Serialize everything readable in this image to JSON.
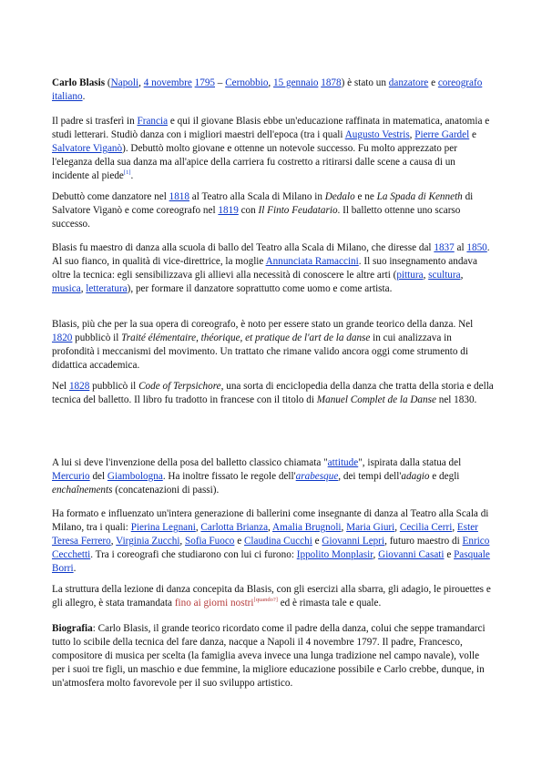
{
  "links": {
    "napoli": "Napoli",
    "nov4": "4 novembre",
    "y1795": "1795",
    "cernobbio": "Cernobbio",
    "jan15": "15 gennaio",
    "y1878": "1878",
    "danzatore": "danzatore",
    "coreografo": "coreografo",
    "italiano": "italiano",
    "francia": "Francia",
    "vestris": "Augusto Vestris",
    "gardel": "Pierre Gardel",
    "vigano": "Salvatore Viganò",
    "ref1": "[1]",
    "y1818": "1818",
    "y1819": "1819",
    "y1837": "1837",
    "y1850": "1850",
    "ramaccini": "Annunciata Ramaccini",
    "pittura": "pittura",
    "scultura": "scultura",
    "musica": "musica",
    "letteratura": "letteratura",
    "y1820": "1820",
    "y1828": "1828",
    "attitude": "attitude",
    "mercurio": "Mercurio",
    "giambologna": "Giambologna",
    "arabesque": "arabesque",
    "legnani": "Pierina Legnani",
    "brianza": "Carlotta Brianza",
    "brugnoli": "Amalia Brugnoli",
    "giuri": "Maria Giuri",
    "cerri": "Cecilia Cerri",
    "ferrero": "Ester Teresa Ferrero",
    "zucchi": "Virginia Zucchi",
    "fuoco": "Sofia Fuoco",
    "cucchi": "Claudina Cucchi",
    "lepri": "Giovanni Lepri",
    "cecchetti": "Enrico Cecchetti",
    "monplaisir": "Ippolito Monplasir",
    "casati": "Giovanni Casati",
    "borri": "Pasquale Borri",
    "fino": "fino ai giorni nostri",
    "quando": "[quando?]"
  },
  "p1": {
    "name": "Carlo Blasis",
    "t1": " (",
    "t2": ", ",
    "t3": " ",
    "t4": " – ",
    "t5": ", ",
    "t6": " ",
    "t7": ") è stato un ",
    "t8": " e ",
    "t9": " ",
    "t10": "."
  },
  "p2": {
    "t1": "Il padre si trasferì in ",
    "t2": " e qui il giovane Blasis ebbe un'educazione raffinata in matematica, anatomia e studi letterari. Studiò danza con i migliori maestri dell'epoca (tra i quali ",
    "t3": ", ",
    "t4": " e ",
    "t5": "). Debuttò molto giovane e ottenne un notevole successo. Fu molto apprezzato per l'eleganza della sua danza ma all'apice della carriera fu costretto a ritirarsi dalle scene a causa di un incidente al piede",
    "t6": "."
  },
  "p3": {
    "t1": "Debuttò come danzatore nel ",
    "t2": " al Teatro alla Scala di Milano in ",
    "i1": "Dedalo",
    "t3": " e ne ",
    "i2": "La Spada di Kenneth",
    "t4": " di Salvatore Viganò e come coreografo nel ",
    "t5": " con ",
    "i3": "Il Finto Feudatario",
    "t6": ". Il balletto ottenne uno scarso successo."
  },
  "p4": {
    "t1": "Blasis fu maestro di danza alla scuola di ballo del Teatro alla Scala di Milano, che diresse dal ",
    "t2": " al ",
    "t3": ". Al suo fianco, in qualità di vice-direttrice, la moglie ",
    "t4": ". Il suo insegnamento andava oltre la tecnica: egli sensibilizzava gli allievi alla necessità di conoscere le altre arti (",
    "t5": ", ",
    "t6": ", ",
    "t7": ", ",
    "t8": "), per formare il danzatore soprattutto come uomo e come artista."
  },
  "p5": {
    "t1": "Blasis, più che per la sua opera di coreografo, è noto per essere stato un grande teorico della danza. Nel ",
    "t2": " pubblicò il ",
    "i1": "Traité élémentaire, théorique, et pratique de l'art de la danse",
    "t3": " in cui analizzava in profondità i meccanismi del movimento. Un trattato che rimane valido ancora oggi come strumento di didattica accademica."
  },
  "p6": {
    "t1": "Nel ",
    "t2": " pubblicò il ",
    "i1": "Code of Terpsichore",
    "t3": ", una sorta di enciclopedia della danza che tratta della storia e della tecnica del balletto. Il libro fu tradotto in francese con il titolo di ",
    "i2": "Manuel Complet de la Danse",
    "t4": " nel 1830."
  },
  "p7": {
    "t1": "A lui si deve l'invenzione della posa del balletto classico chiamata \"",
    "t2": "\", ispirata dalla statua del ",
    "t3": " del ",
    "t4": ". Ha inoltre fissato le regole dell'",
    "t5": ", dei tempi dell'",
    "i1": "adagio",
    "t6": " e degli ",
    "i2": "enchaînements",
    "t7": " (concatenazioni di passi)."
  },
  "p8": {
    "t1": "Ha formato e influenzato un'intera generazione di ballerini come insegnante di danza al Teatro alla Scala di Milano, tra i quali: ",
    "s1": ", ",
    "s2": ", ",
    "s3": ", ",
    "s4": ", ",
    "s5": ", ",
    "s6": ", ",
    "s7": ", ",
    "s8": " e ",
    "t2": ", futuro maestro di ",
    "t3": ". Tra i coreografi che studiarono con lui ci furono: ",
    "s9": ", ",
    "s10": " e ",
    "t4": "."
  },
  "p9": {
    "t1": "La struttura della lezione di danza concepita da Blasis, con gli esercizi alla sbarra, gli adagio, le pirouettes e gli allegro, è stata tramandata ",
    "t2": " ed è rimasta tale e quale."
  },
  "p10": {
    "label": "Biografia",
    "t1": ": Carlo Blasis, il grande teorico ricordato come il padre della danza, colui che seppe tramandarci tutto lo scibile della tecnica del fare danza, nacque a Napoli il 4 novembre 1797. Il padre, Francesco, compositore di musica per scelta (la famiglia aveva invece una lunga tradizione nel campo navale), volle per i suoi tre figli, un maschio e due femmine, la migliore educazione possibile e Carlo crebbe, dunque, in un'atmosfera molto favorevole per il suo sviluppo artistico."
  }
}
